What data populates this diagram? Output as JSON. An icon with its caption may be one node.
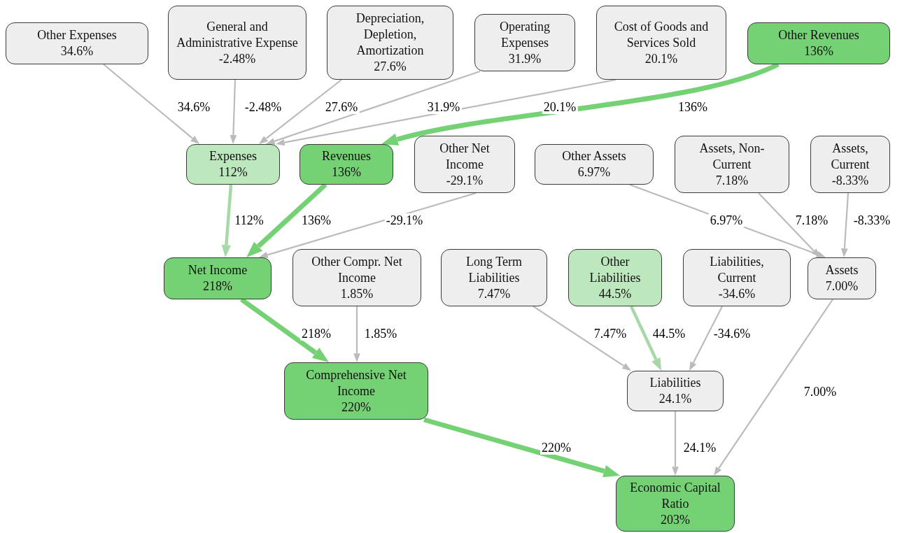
{
  "diagram": {
    "nodes": [
      {
        "text": [
          "Other Expenses",
          "34.6%"
        ]
      },
      {
        "text": [
          "General and Administrative Expense",
          "-2.48%"
        ]
      },
      {
        "text": [
          "Depreciation, Depletion, Amortization",
          "27.6%"
        ]
      },
      {
        "text": [
          "Operating Expenses",
          "31.9%"
        ]
      },
      {
        "text": [
          "Cost of Goods and Services Sold",
          "20.1%"
        ]
      },
      {
        "text": [
          "Other Revenues",
          "136%"
        ]
      },
      {
        "text": [
          "Expenses",
          "112%"
        ]
      },
      {
        "text": [
          "Revenues",
          "136%"
        ]
      },
      {
        "text": [
          "Other Net Income",
          "-29.1%"
        ]
      },
      {
        "text": [
          "Other Assets",
          "6.97%"
        ]
      },
      {
        "text": [
          "Assets, Non-Current",
          "7.18%"
        ]
      },
      {
        "text": [
          "Assets, Current",
          "-8.33%"
        ]
      },
      {
        "text": [
          "Net Income",
          "218%"
        ]
      },
      {
        "text": [
          "Other Compr. Net Income",
          "1.85%"
        ]
      },
      {
        "text": [
          "Long Term Liabilities",
          "7.47%"
        ]
      },
      {
        "text": [
          "Other Liabilities",
          "44.5%"
        ]
      },
      {
        "text": [
          "Liabilities, Current",
          "-34.6%"
        ]
      },
      {
        "text": [
          "Assets",
          "7.00%"
        ]
      },
      {
        "text": [
          "Comprehensive Net Income",
          "220%"
        ]
      },
      {
        "text": [
          "Liabilities",
          "24.1%"
        ]
      },
      {
        "text": [
          "Economic Capital Ratio",
          "203%"
        ]
      }
    ],
    "edges": [
      {
        "from": 0,
        "to": 6,
        "arrow": "to",
        "label": "34.6%"
      },
      {
        "from": 1,
        "to": 6,
        "arrow": "to",
        "label": "-2.48%"
      },
      {
        "from": 2,
        "to": 6,
        "arrow": "to",
        "label": "27.6%"
      },
      {
        "from": 3,
        "to": 6,
        "arrow": "to",
        "label": "31.9%"
      },
      {
        "from": 4,
        "to": 6,
        "arrow": "to",
        "label": "20.1%"
      },
      {
        "from": 5,
        "to": 7,
        "arrow": "to",
        "label": "136%",
        "style": "thick",
        "color": "#74d174"
      },
      {
        "from": 6,
        "to": 12,
        "arrow": "to",
        "label": "112%",
        "style": "thick",
        "color": "#a8d8a8"
      },
      {
        "from": 7,
        "to": 12,
        "arrow": "to",
        "label": "136%",
        "style": "thick",
        "color": "#74d174"
      },
      {
        "from": 8,
        "to": 12,
        "arrow": "to",
        "label": "-29.1%"
      },
      {
        "from": 9,
        "to": 17,
        "arrow": "to",
        "label": "6.97%"
      },
      {
        "from": 10,
        "to": 17,
        "arrow": "to",
        "label": "7.18%"
      },
      {
        "from": 11,
        "to": 17,
        "arrow": "to",
        "label": "-8.33%"
      },
      {
        "from": 12,
        "to": 18,
        "arrow": "to",
        "label": "218%",
        "style": "thick",
        "color": "#74d174"
      },
      {
        "from": 13,
        "to": 18,
        "arrow": "to",
        "label": "1.85%"
      },
      {
        "from": 14,
        "to": 19,
        "arrow": "to",
        "label": "7.47%"
      },
      {
        "from": 15,
        "to": 19,
        "arrow": "to",
        "label": "44.5%",
        "style": "thick",
        "color": "#a8d8a8"
      },
      {
        "from": 16,
        "to": 19,
        "arrow": "to",
        "label": "-34.6%"
      },
      {
        "from": 17,
        "to": 20,
        "arrow": "to",
        "label": "7.00%"
      },
      {
        "from": 18,
        "to": 20,
        "arrow": "to",
        "label": "220%",
        "style": "thick",
        "color": "#74d174"
      },
      {
        "from": 19,
        "to": 20,
        "arrow": "to",
        "label": "24.1%"
      }
    ]
  }
}
